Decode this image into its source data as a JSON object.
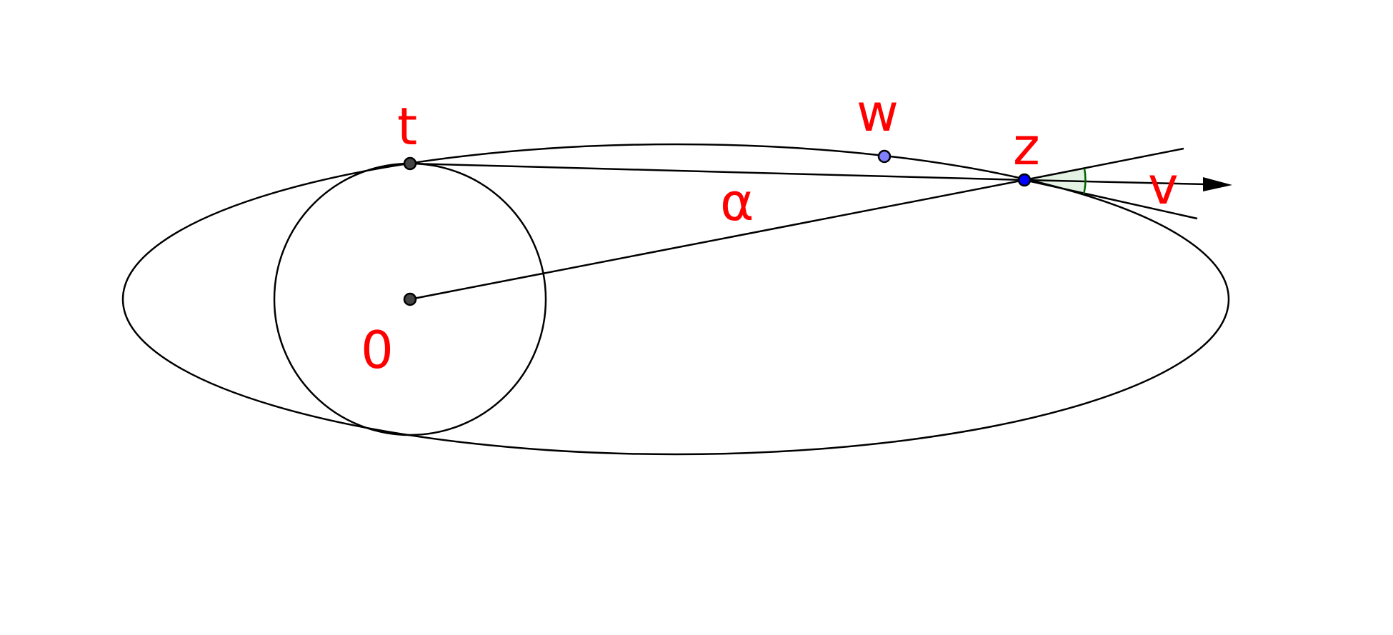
{
  "labels": {
    "t": "t",
    "w": "w",
    "z": "z",
    "v": "v",
    "alpha": "α",
    "o": "0"
  },
  "colors": {
    "label": "#ff0000",
    "stroke": "#000000",
    "point_dark": "#444444",
    "point_w": "#8080ff",
    "point_z": "#0000ff",
    "angle_fill": "#e4f2e4",
    "angle_arc": "#006400"
  }
}
